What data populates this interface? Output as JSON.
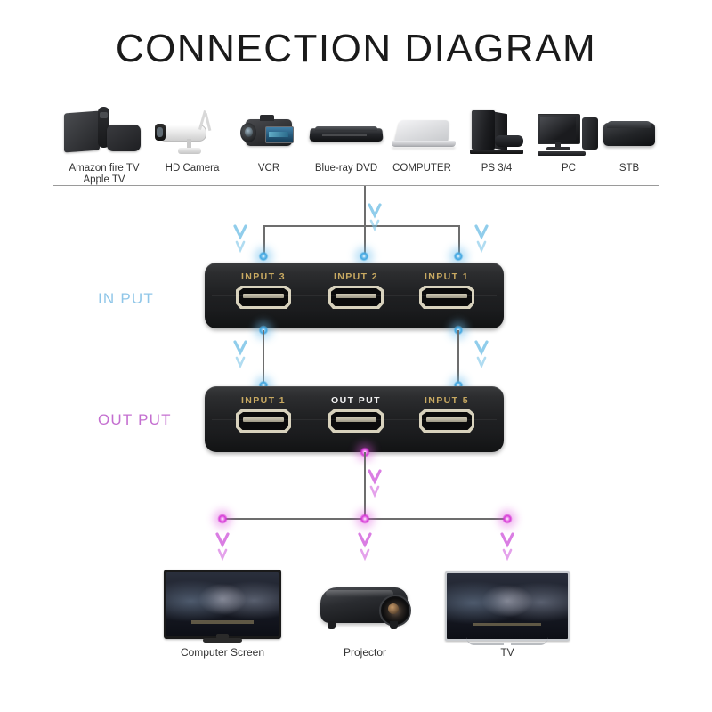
{
  "page": {
    "title": "CONNECTION DIAGRAM",
    "background": "#ffffff"
  },
  "colors": {
    "input_accent": "#8fc6e8",
    "output_accent": "#c46fd0",
    "port_label_gold": "#c8a961",
    "port_label_white": "#f2f2f2",
    "line": "#6d6d6d",
    "title_text": "#1a1a1a"
  },
  "sources": {
    "section_label": "IN PUT",
    "devices": [
      {
        "icon": "streaming-box-icon",
        "label": "Amazon fire TV\nApple TV"
      },
      {
        "icon": "security-camera-icon",
        "label": "HD Camera"
      },
      {
        "icon": "camcorder-icon",
        "label": "VCR"
      },
      {
        "icon": "bluray-player-icon",
        "label": "Blue-ray DVD"
      },
      {
        "icon": "laptop-icon",
        "label": "COMPUTER"
      },
      {
        "icon": "game-console-icon",
        "label": "PS 3/4"
      },
      {
        "icon": "desktop-pc-icon",
        "label": "PC"
      },
      {
        "icon": "set-top-box-icon",
        "label": "STB"
      }
    ]
  },
  "input_switch": {
    "side_label": "IN PUT",
    "ports": [
      {
        "label": "INPUT 3",
        "label_color": "gold"
      },
      {
        "label": "INPUT 2",
        "label_color": "gold"
      },
      {
        "label": "INPUT 1",
        "label_color": "gold"
      }
    ]
  },
  "output_switch": {
    "side_label": "OUT PUT",
    "ports": [
      {
        "label": "INPUT 1",
        "label_color": "gold"
      },
      {
        "label": "OUT PUT",
        "label_color": "white"
      },
      {
        "label": "INPUT 5",
        "label_color": "gold"
      }
    ]
  },
  "displays": {
    "section_label": "OUT PUT",
    "devices": [
      {
        "icon": "computer-monitor-icon",
        "label": "Computer Screen"
      },
      {
        "icon": "projector-icon",
        "label": "Projector"
      },
      {
        "icon": "television-icon",
        "label": "TV"
      }
    ]
  },
  "connectors": {
    "input_signal_direction": "downward",
    "output_signal_direction": "downward",
    "input_dot_color": "#3fa5e0",
    "output_dot_color": "#d63ad6"
  }
}
